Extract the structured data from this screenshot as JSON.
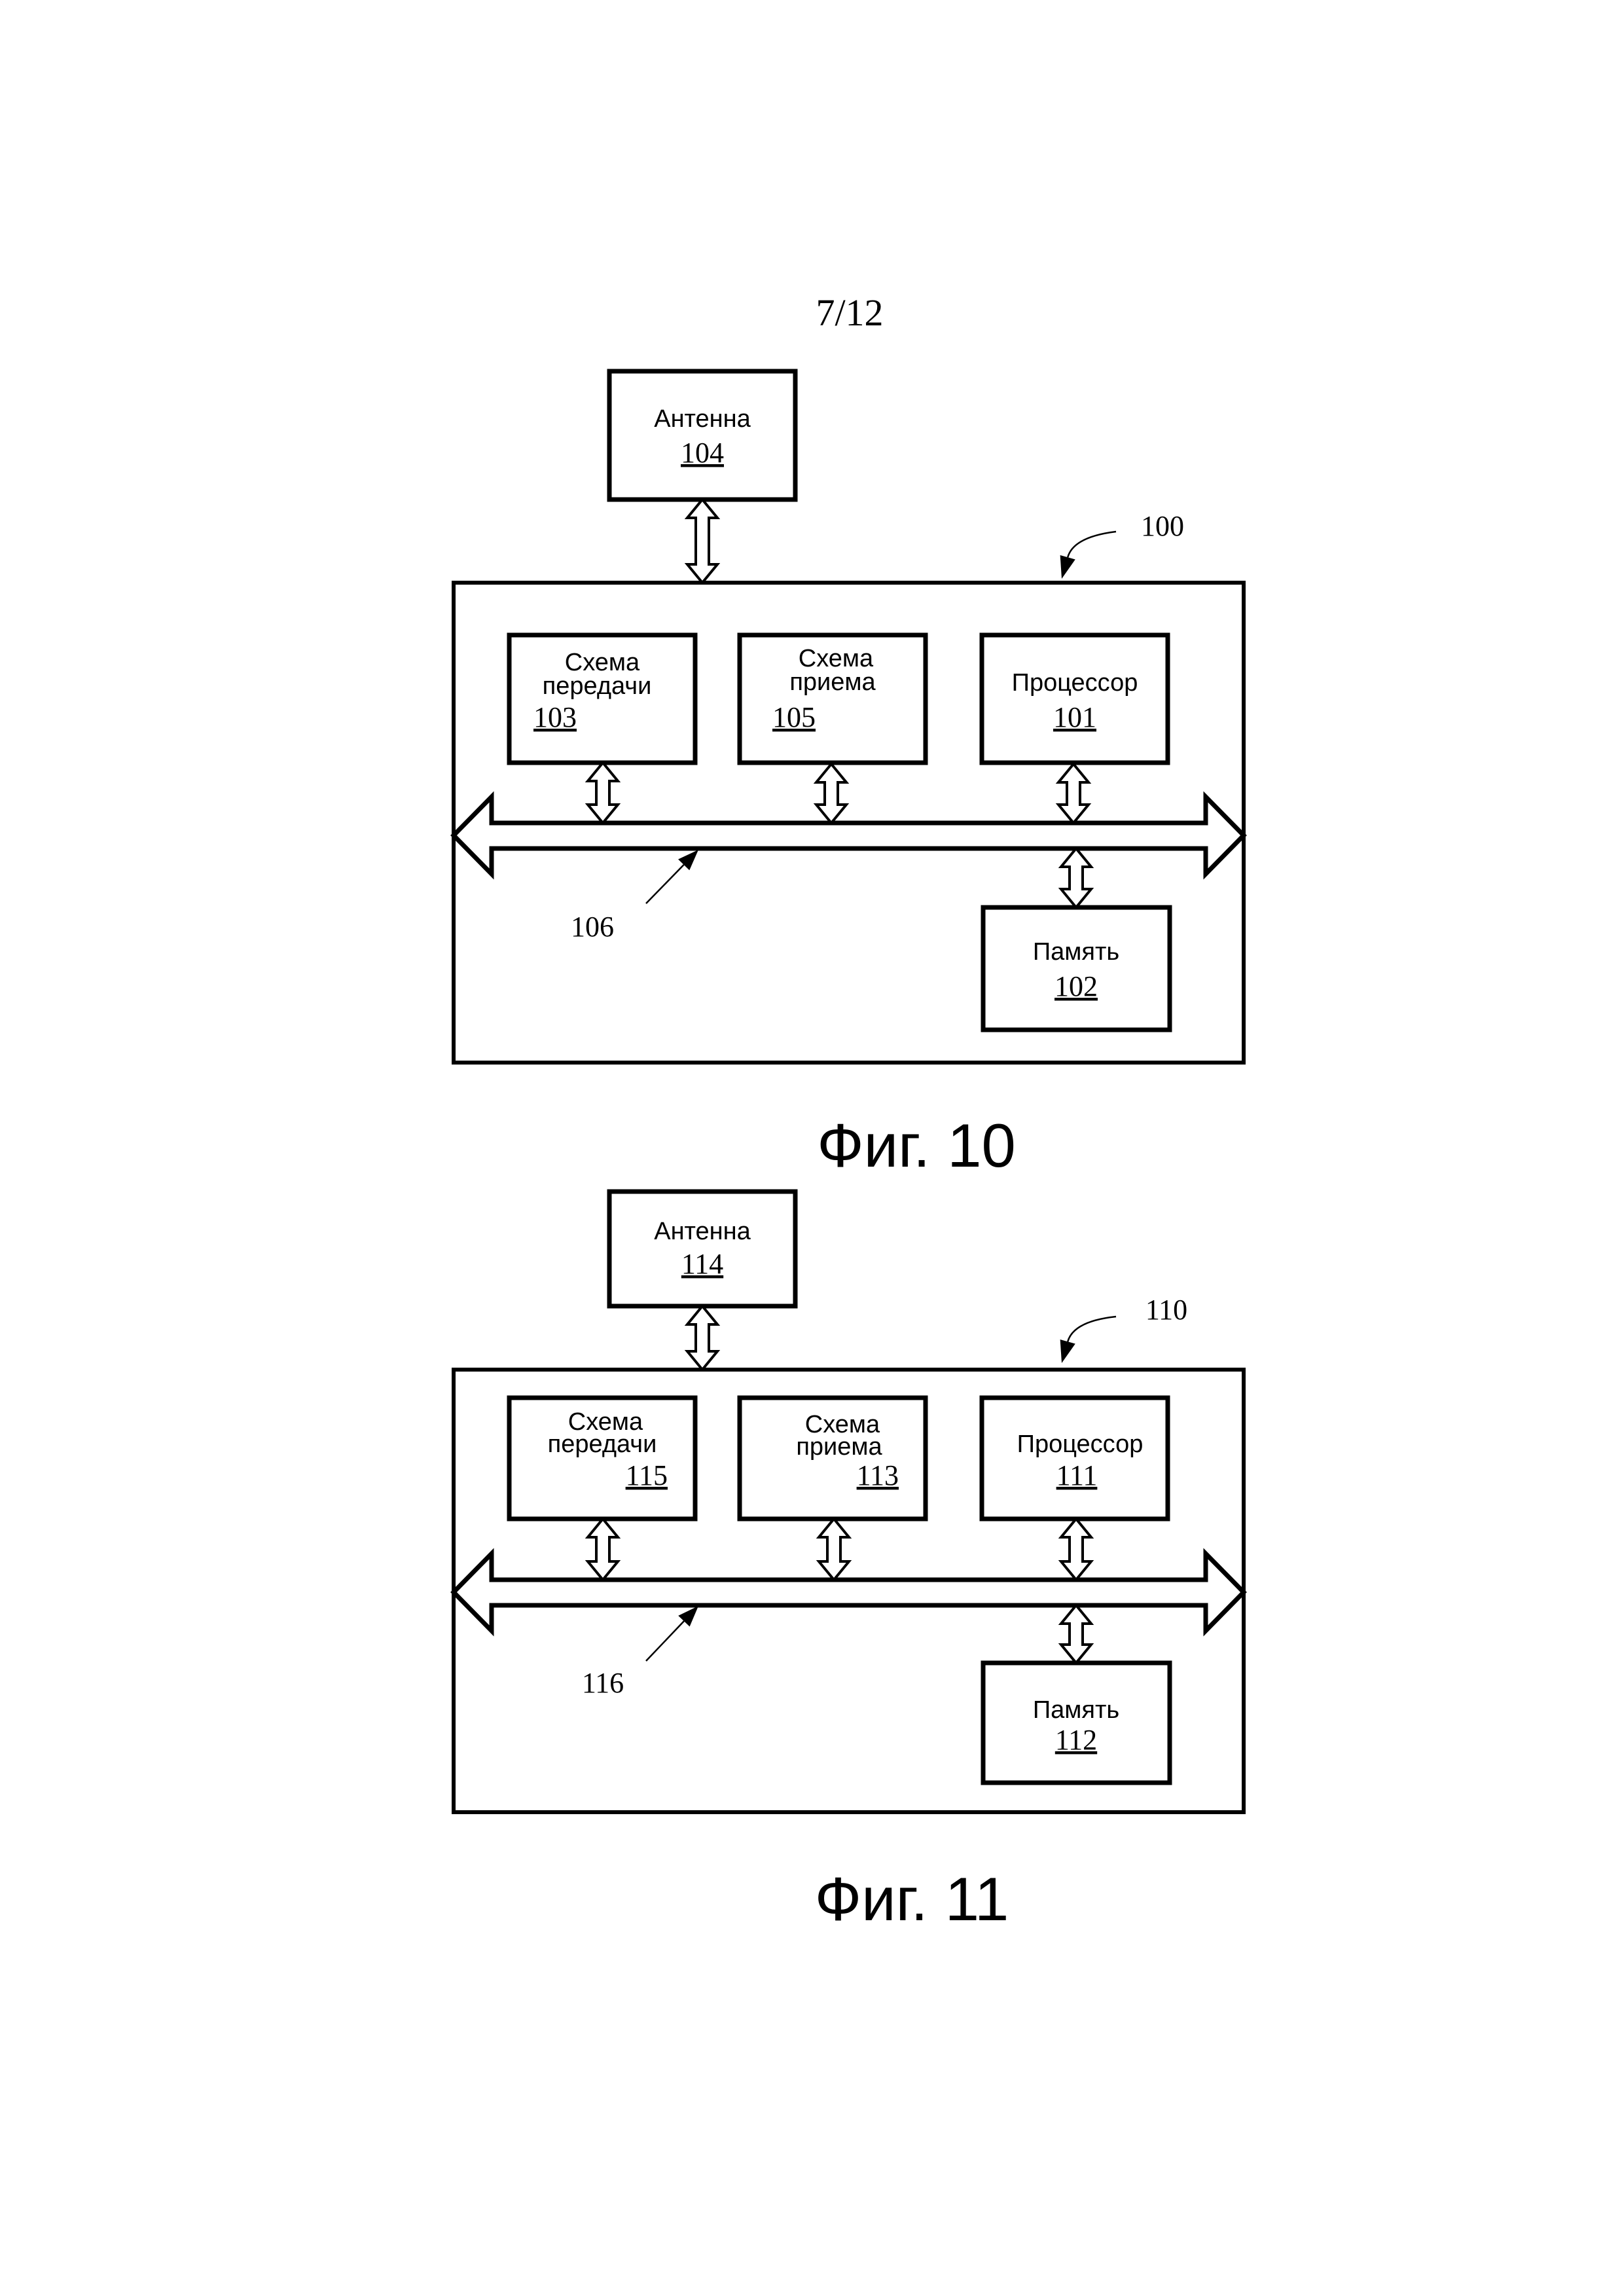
{
  "page": {
    "page_number": "7/12"
  },
  "figures": [
    {
      "id": "fig10",
      "caption": "Фиг. 10",
      "device_ref": "100",
      "bus_ref": "106",
      "antenna": {
        "label": "Антенна",
        "ref": "104"
      },
      "blocks": [
        {
          "id": "tx",
          "lines": [
            "Схема",
            "передачи"
          ],
          "ref": "103",
          "ref_align": "left"
        },
        {
          "id": "rx",
          "lines": [
            "Схема",
            "приема"
          ],
          "ref": "105",
          "ref_align": "left"
        },
        {
          "id": "cpu",
          "lines": [
            "Процессор"
          ],
          "ref": "101",
          "ref_align": "center"
        }
      ],
      "memory": {
        "label": "Память",
        "ref": "102"
      }
    },
    {
      "id": "fig11",
      "caption": "Фиг. 11",
      "device_ref": "110",
      "bus_ref": "116",
      "antenna": {
        "label": "Антенна",
        "ref": "114"
      },
      "blocks": [
        {
          "id": "tx",
          "lines": [
            "Схема",
            "передачи"
          ],
          "ref": "115",
          "ref_align": "right"
        },
        {
          "id": "rx",
          "lines": [
            "Схема",
            "приема"
          ],
          "ref": "113",
          "ref_align": "right"
        },
        {
          "id": "cpu",
          "lines": [
            "Процессор"
          ],
          "ref": "111",
          "ref_align": "center"
        }
      ],
      "memory": {
        "label": "Память",
        "ref": "112"
      }
    }
  ]
}
